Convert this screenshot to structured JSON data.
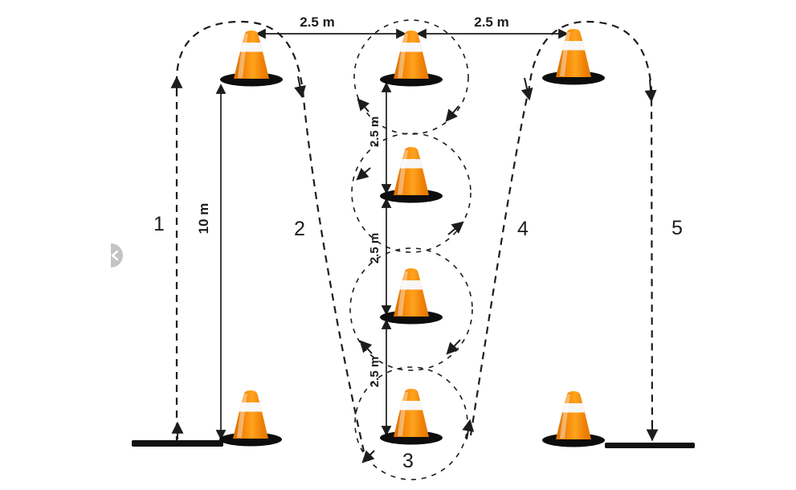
{
  "measurements": {
    "top_left_gap": "2.5 m",
    "top_right_gap": "2.5 m",
    "course_length": "10 m",
    "mid_gap_1": "2.5 m",
    "mid_gap_2": "2.5 m",
    "mid_gap_3": "2.5 m"
  },
  "segment_labels": {
    "s1": "1",
    "s2": "2",
    "s3": "3",
    "s4": "4",
    "s5": "5"
  },
  "colors": {
    "background": "#ffffff",
    "line_black": "#1c1c1c",
    "cone_orange": "#F5860F",
    "cone_orange_dark": "#D96F02",
    "cone_stripe_white": "#F7F7F7",
    "cone_base_black": "#0D0D0D",
    "bar_black": "#111111",
    "widget_gray": "#C4C4C4"
  }
}
